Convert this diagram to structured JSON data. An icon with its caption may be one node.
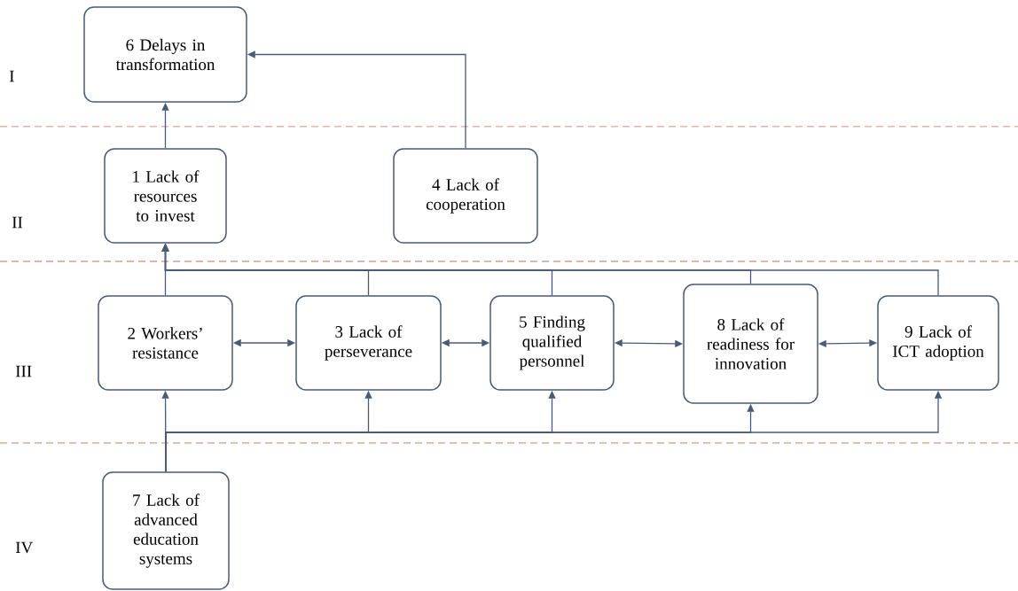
{
  "diagram": {
    "nodes": [
      {
        "text": [
          "6 Delays in transformation"
        ]
      },
      {
        "text": [
          "1 Lack of resources to invest"
        ]
      },
      {
        "text": [
          "4 Lack of cooperation"
        ]
      },
      {
        "text": [
          "2 Workers’ resistance"
        ]
      },
      {
        "text": [
          "3 Lack of perseverance"
        ]
      },
      {
        "text": [
          "5 Finding qualified personnel"
        ]
      },
      {
        "text": [
          "8 Lack of readiness for innovation"
        ]
      },
      {
        "text": [
          "9 Lack of ICT adoption"
        ]
      },
      {
        "text": [
          "7 Lack of advanced education systems"
        ]
      }
    ],
    "edges": [
      {
        "from": 1,
        "to": 0,
        "arrow": "to"
      },
      {
        "from": 2,
        "to": 0,
        "arrow": "to"
      },
      {
        "from": 3,
        "to": 1,
        "arrow": "to"
      },
      {
        "from": 4,
        "to": 1,
        "arrow": "to"
      },
      {
        "from": 5,
        "to": 1,
        "arrow": "to"
      },
      {
        "from": 6,
        "to": 1,
        "arrow": "to"
      },
      {
        "from": 7,
        "to": 1,
        "arrow": "to"
      },
      {
        "from": 3,
        "to": 4,
        "arrow": "both"
      },
      {
        "from": 4,
        "to": 5,
        "arrow": "both"
      },
      {
        "from": 5,
        "to": 6,
        "arrow": "both"
      },
      {
        "from": 6,
        "to": 7,
        "arrow": "both"
      },
      {
        "from": 8,
        "to": 3,
        "arrow": "to"
      },
      {
        "from": 8,
        "to": 4,
        "arrow": "to"
      },
      {
        "from": 8,
        "to": 5,
        "arrow": "to"
      },
      {
        "from": 8,
        "to": 6,
        "arrow": "to"
      },
      {
        "from": 8,
        "to": 7,
        "arrow": "to"
      }
    ],
    "labels": [
      "I",
      "II",
      "III",
      "IV"
    ]
  }
}
